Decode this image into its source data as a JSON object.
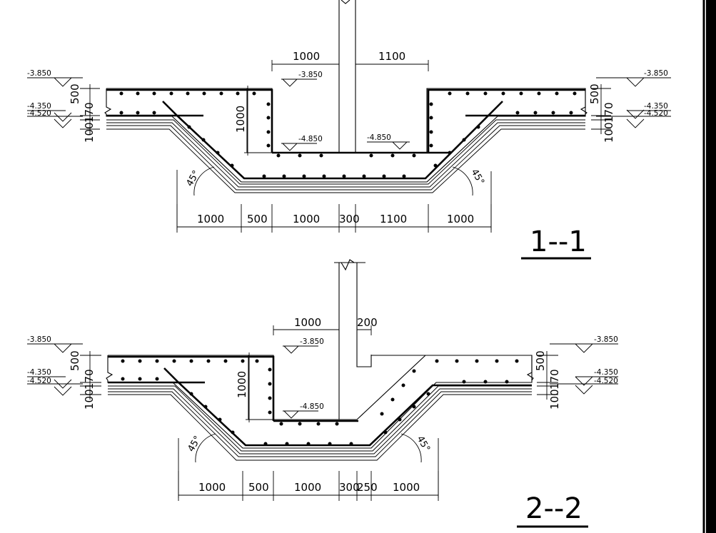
{
  "section_1": {
    "title": "1--1",
    "elevations": {
      "left_top": "-3.850",
      "left_mid": "-4.350",
      "left_low": "-4.520",
      "right_top": "-3.850",
      "right_mid": "-4.350",
      "right_low": "-4.520",
      "pit_top": "-3.850",
      "pit_left_bottom": "-4.850",
      "pit_right_bottom": "-4.850"
    },
    "side_dims": {
      "left_500": "500",
      "left_170": "170",
      "left_100": "100",
      "right_500": "500",
      "right_170": "170",
      "right_100": "100"
    },
    "depth_dim": "1000",
    "top_dims": [
      "1000",
      "1100"
    ],
    "bottom_dims": [
      "1000",
      "500",
      "1000",
      "300",
      "1100",
      "1000"
    ],
    "angles": [
      "45°",
      "45°"
    ]
  },
  "section_2": {
    "title": "2--2",
    "elevations": {
      "left_top": "-3.850",
      "left_mid": "-4.350",
      "left_low": "-4.520",
      "right_top": "-3.850",
      "right_mid": "-4.350",
      "right_low": "-4.520",
      "pit_top": "-3.850",
      "pit_bottom": "-4.850"
    },
    "side_dims": {
      "left_500": "500",
      "left_170": "170",
      "left_100": "100",
      "right_500": "500",
      "right_170": "170",
      "right_100": "100"
    },
    "depth_dim": "1000",
    "top_dims": [
      "1000",
      "200"
    ],
    "bottom_dims": [
      "1000",
      "500",
      "1000",
      "300",
      "250",
      "1000"
    ],
    "angles": [
      "45°",
      "45°"
    ]
  }
}
